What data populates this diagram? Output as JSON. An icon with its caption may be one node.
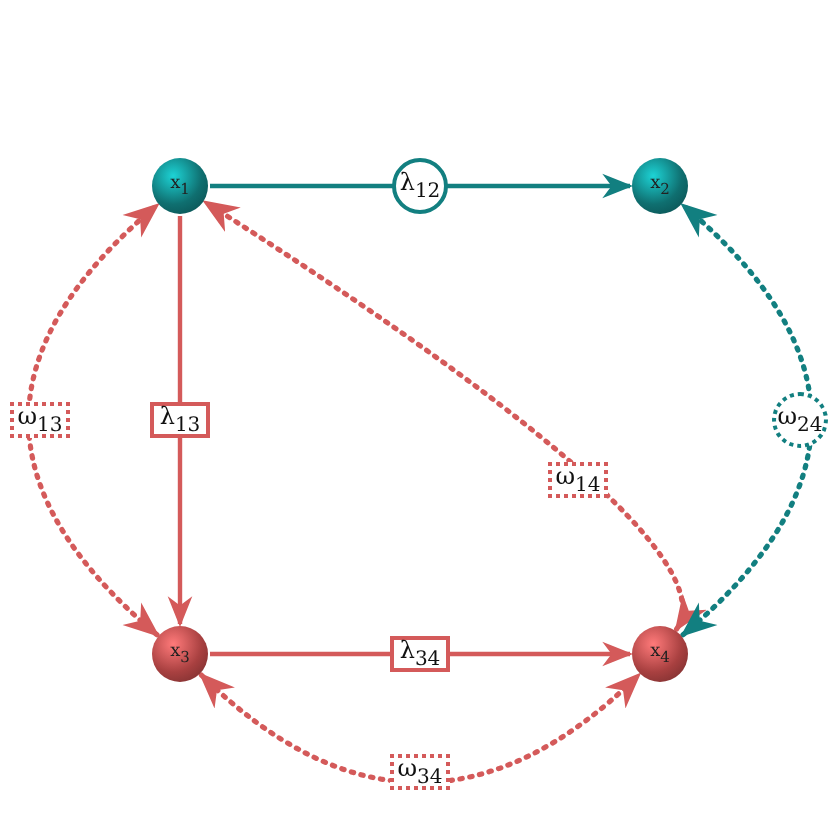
{
  "diagram": {
    "nodes": [
      {
        "text": [
          "x$_{1}$"
        ]
      },
      {
        "text": [
          "x$_{2}$"
        ]
      },
      {
        "text": [
          "x$_{3}$"
        ]
      },
      {
        "text": [
          "x$_{4}$"
        ]
      }
    ],
    "edges": [
      {
        "from": 0,
        "to": 1,
        "arrow": "to",
        "label": "λ$_{12}$",
        "color": "#127f80"
      },
      {
        "from": 0,
        "to": 2,
        "arrow": "to",
        "label": "λ$_{13}$"
      },
      {
        "from": 2,
        "to": 3,
        "arrow": "to",
        "label": "λ$_{34}$"
      },
      {
        "from": 2,
        "to": 0,
        "arrow": "both",
        "label": "ω$_{13}$",
        "style": "dashed"
      },
      {
        "from": 3,
        "to": 0,
        "arrow": "both",
        "label": "ω$_{14}$",
        "style": "dashed"
      },
      {
        "from": 3,
        "to": 1,
        "arrow": "both",
        "label": "ω$_{24}$",
        "style": "dashed",
        "color": "#127f80"
      },
      {
        "from": 2,
        "to": 3,
        "arrow": "both",
        "label": "ω$_{34}$",
        "style": "dashed"
      }
    ]
  }
}
